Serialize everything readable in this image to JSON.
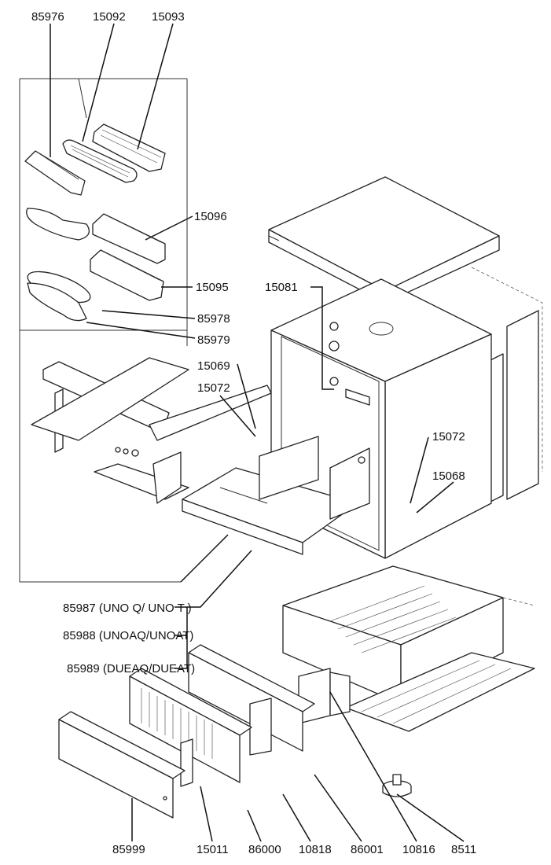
{
  "title": "Exploded parts diagram",
  "labels": {
    "p85976": "85976",
    "p15092": "15092",
    "p15093": "15093",
    "p15096": "15096",
    "p15095": "15095",
    "p85978": "85978",
    "p85979": "85979",
    "p15081": "15081",
    "p15069": "15069",
    "p15072a": "15072",
    "p15072b": "15072",
    "p15068": "15068",
    "p85987": "85987 (UNO Q/ UNO T )",
    "p85988": "85988 (UNOAQ/UNOAT)",
    "p85989": "85989 (DUEAQ/DUEAT)",
    "p85999": "85999",
    "p15011": "15011",
    "p86000": "86000",
    "p10818": "10818",
    "p86001": "86001",
    "p10816": "10816",
    "p8511": "8511"
  }
}
